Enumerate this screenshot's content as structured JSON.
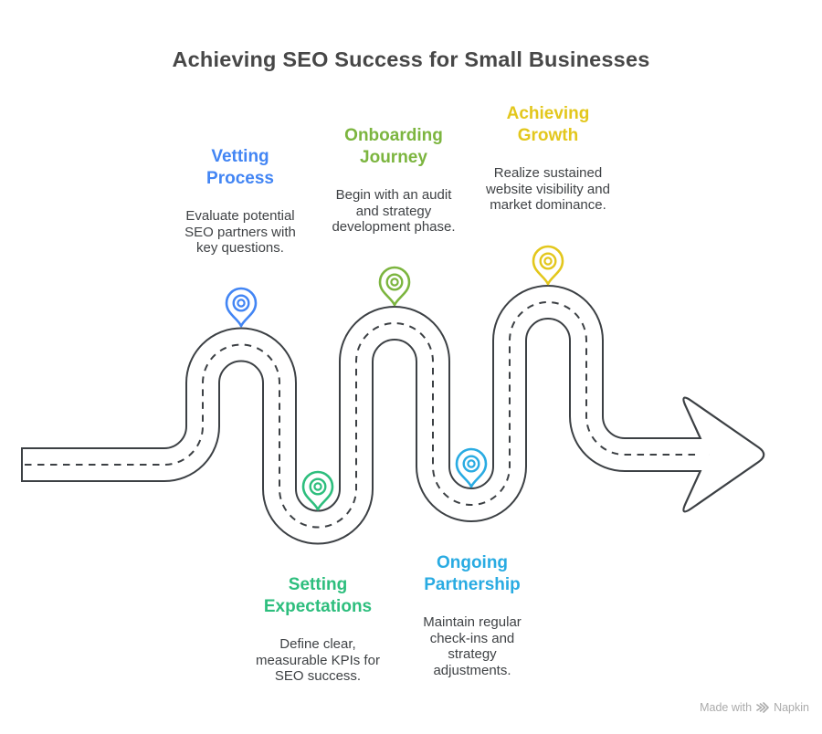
{
  "title": "Achieving SEO Success for Small Businesses",
  "milestones": [
    {
      "name": "vetting-process",
      "heading": "Vetting\nProcess",
      "description": "Evaluate potential\nSEO partners with\nkey questions.",
      "color": "#4285F4"
    },
    {
      "name": "onboarding-journey",
      "heading": "Onboarding\nJourney",
      "description": "Begin with an audit\nand strategy\ndevelopment phase.",
      "color": "#7CB53F"
    },
    {
      "name": "achieving-growth",
      "heading": "Achieving\nGrowth",
      "description": "Realize sustained\nwebsite visibility and\nmarket dominance.",
      "color": "#E3C71C"
    },
    {
      "name": "setting-expectations",
      "heading": "Setting\nExpectations",
      "description": "Define clear,\nmeasurable KPIs for\nSEO success.",
      "color": "#2DBE7D"
    },
    {
      "name": "ongoing-partnership",
      "heading": "Ongoing\nPartnership",
      "description": "Maintain regular\ncheck-ins and\nstrategy\nadjustments.",
      "color": "#29ABE2"
    }
  ],
  "road": {
    "outline_color": "#3C4044",
    "fill_color": "#FFFFFF"
  },
  "watermark": {
    "prefix": "Made with",
    "brand": "Napkin",
    "color": "#ABABAB"
  }
}
